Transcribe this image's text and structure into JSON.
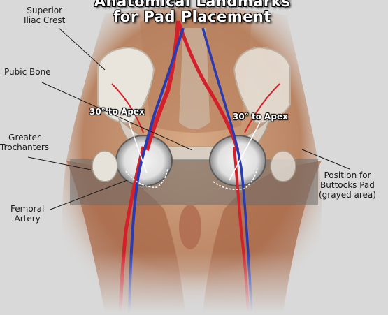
{
  "title": {
    "line1": "Anatomical Landmarks",
    "line2": "for Pad Placement"
  },
  "labels": {
    "superior_iliac_crest": [
      "Superior",
      "Iliac Crest"
    ],
    "pubic_bone": "Pubic Bone",
    "greater_trochanters": [
      "Greater",
      "Trochanters"
    ],
    "femoral_artery": [
      "Femoral",
      "Artery"
    ],
    "buttocks_pad": [
      "Position for",
      "Buttocks Pad",
      "(grayed area)"
    ],
    "apex_left": "30° to Apex",
    "apex_right": "30° to Apex"
  },
  "colors": {
    "background": "#d9d9d9",
    "skin": "#c89a78",
    "muscle": "#9a5a3c",
    "bone": "#e8e4dc",
    "artery": "#d4202a",
    "vein": "#2a3ab0",
    "pad_band": "#6e6e6e"
  }
}
